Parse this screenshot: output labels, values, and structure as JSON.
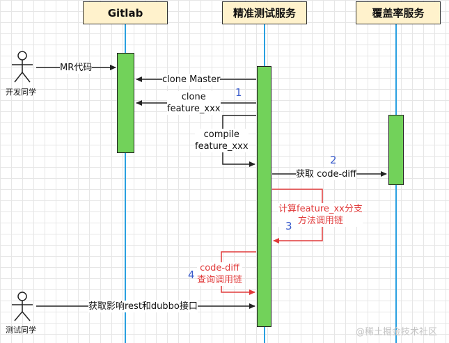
{
  "participants": {
    "gitlab": "Gitlab",
    "precise_test": "精准测试服务",
    "coverage": "覆盖率服务"
  },
  "actors": {
    "developer": "开发同学",
    "tester": "测试同学"
  },
  "messages": {
    "mr_code": "MR代码",
    "clone_master": "clone Master",
    "clone_feature_line1": "clone",
    "clone_feature_line2": "feature_xxx",
    "compile_line1": "compile",
    "compile_line2": "feature_xxx",
    "get_code_diff": "获取 code-diff",
    "calc_line1": "计算feature_xx分支",
    "calc_line2": "方法调用链",
    "query_line1": "code-diff",
    "query_line2": "查询调用链",
    "get_affected": "获取影响rest和dubbo接口"
  },
  "step_numbers": [
    "1",
    "2",
    "3",
    "4"
  ],
  "colors": {
    "participant_fill": "#fff2cc",
    "lifeline": "#29a0e0",
    "activation": "#72d25a",
    "arrow_black": "#222222",
    "arrow_red": "#e03a3a",
    "step_number": "#3a5ccc"
  },
  "watermark": "@稀土掘金技术社区"
}
